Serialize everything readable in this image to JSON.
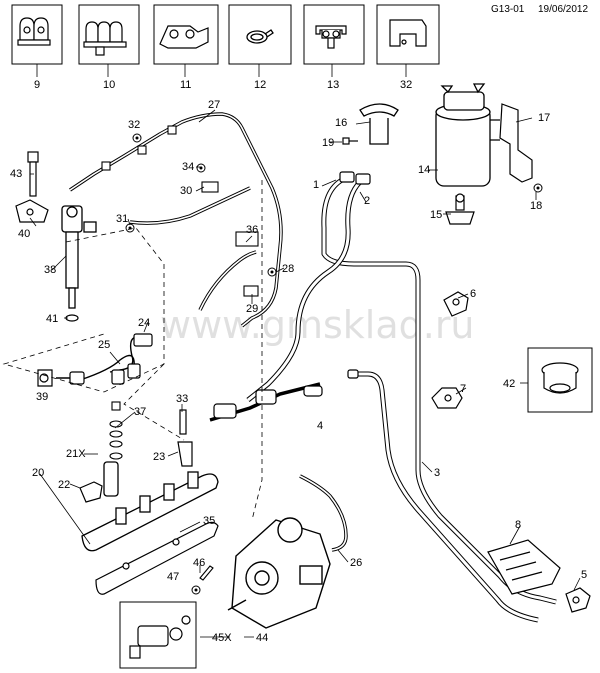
{
  "header": {
    "code": "G13-01",
    "date": "19/06/2012"
  },
  "watermark": "www.gmsklad.ru",
  "thumbnails": [
    {
      "label": "9",
      "icon": "double-clip-icon"
    },
    {
      "label": "10",
      "icon": "triple-clip-icon"
    },
    {
      "label": "11",
      "icon": "bracket-clip-icon"
    },
    {
      "label": "12",
      "icon": "hose-clamp-icon"
    },
    {
      "label": "13",
      "icon": "pipe-holder-icon"
    },
    {
      "label": "32",
      "icon": "heat-shield-icon"
    }
  ],
  "callouts": [
    {
      "id": "c27",
      "text": "27"
    },
    {
      "id": "c32",
      "text": "32"
    },
    {
      "id": "c16",
      "text": "16"
    },
    {
      "id": "c19",
      "text": "19"
    },
    {
      "id": "c17",
      "text": "17"
    },
    {
      "id": "c14",
      "text": "14"
    },
    {
      "id": "c43",
      "text": "43"
    },
    {
      "id": "c34",
      "text": "34"
    },
    {
      "id": "c30",
      "text": "30"
    },
    {
      "id": "c1",
      "text": "1"
    },
    {
      "id": "c2",
      "text": "2"
    },
    {
      "id": "c18",
      "text": "18"
    },
    {
      "id": "c15",
      "text": "15"
    },
    {
      "id": "c40",
      "text": "40"
    },
    {
      "id": "c31",
      "text": "31"
    },
    {
      "id": "c36",
      "text": "36"
    },
    {
      "id": "c38",
      "text": "38"
    },
    {
      "id": "c28",
      "text": "28"
    },
    {
      "id": "c29",
      "text": "29"
    },
    {
      "id": "c6",
      "text": "6"
    },
    {
      "id": "c41",
      "text": "41"
    },
    {
      "id": "c24",
      "text": "24"
    },
    {
      "id": "c25",
      "text": "25"
    },
    {
      "id": "c42",
      "text": "42"
    },
    {
      "id": "c39",
      "text": "39"
    },
    {
      "id": "c7",
      "text": "7"
    },
    {
      "id": "c33",
      "text": "33"
    },
    {
      "id": "c37",
      "text": "37"
    },
    {
      "id": "c4",
      "text": "4"
    },
    {
      "id": "c21x",
      "text": "21X"
    },
    {
      "id": "c23",
      "text": "23"
    },
    {
      "id": "c20",
      "text": "20"
    },
    {
      "id": "c3",
      "text": "3"
    },
    {
      "id": "c22",
      "text": "22"
    },
    {
      "id": "c35",
      "text": "35"
    },
    {
      "id": "c8",
      "text": "8"
    },
    {
      "id": "c26",
      "text": "26"
    },
    {
      "id": "c46",
      "text": "46"
    },
    {
      "id": "c47",
      "text": "47"
    },
    {
      "id": "c5",
      "text": "5"
    },
    {
      "id": "c45x",
      "text": "45X"
    },
    {
      "id": "c44",
      "text": "44"
    }
  ]
}
